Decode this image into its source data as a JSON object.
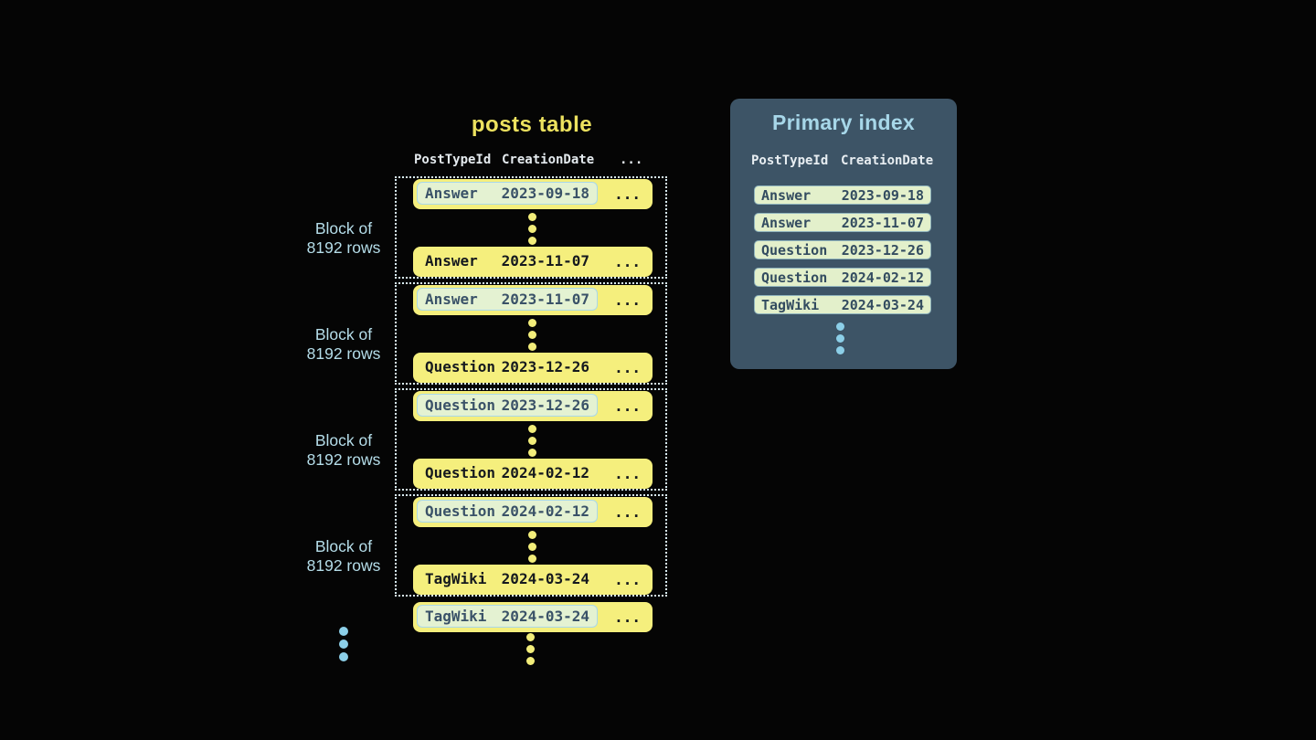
{
  "posts_table": {
    "title": "posts table",
    "columns": {
      "c1": "PostTypeId",
      "c2": "CreationDate",
      "c3": "..."
    },
    "block_label_line1": "Block of",
    "block_label_line2": "8192 rows",
    "row_ellipsis": "...",
    "blocks": [
      {
        "first": {
          "type": "Answer",
          "date": "2023-09-18"
        },
        "last": {
          "type": "Answer",
          "date": "2023-11-07"
        }
      },
      {
        "first": {
          "type": "Answer",
          "date": "2023-11-07"
        },
        "last": {
          "type": "Question",
          "date": "2023-12-26"
        }
      },
      {
        "first": {
          "type": "Question",
          "date": "2023-12-26"
        },
        "last": {
          "type": "Question",
          "date": "2024-02-12"
        }
      },
      {
        "first": {
          "type": "Question",
          "date": "2024-02-12"
        },
        "last": {
          "type": "TagWiki",
          "date": "2024-03-24"
        }
      }
    ],
    "overflow_row": {
      "type": "TagWiki",
      "date": "2024-03-24"
    }
  },
  "primary_index": {
    "title": "Primary index",
    "columns": {
      "c1": "PostTypeId",
      "c2": "CreationDate"
    },
    "rows": [
      {
        "type": "Answer",
        "date": "2023-09-18"
      },
      {
        "type": "Answer",
        "date": "2023-11-07"
      },
      {
        "type": "Question",
        "date": "2023-12-26"
      },
      {
        "type": "Question",
        "date": "2024-02-12"
      },
      {
        "type": "TagWiki",
        "date": "2024-03-24"
      }
    ]
  },
  "colors": {
    "background": "#050505",
    "row_yellow": "#f5ef7d",
    "title_yellow": "#ede25f",
    "panel_blue": "#3d5466",
    "accent_light_blue": "#a9d8e8",
    "highlight_pale_green": "#e4f2d2",
    "dark_text": "#15191e",
    "slate_text": "#3a5268"
  }
}
